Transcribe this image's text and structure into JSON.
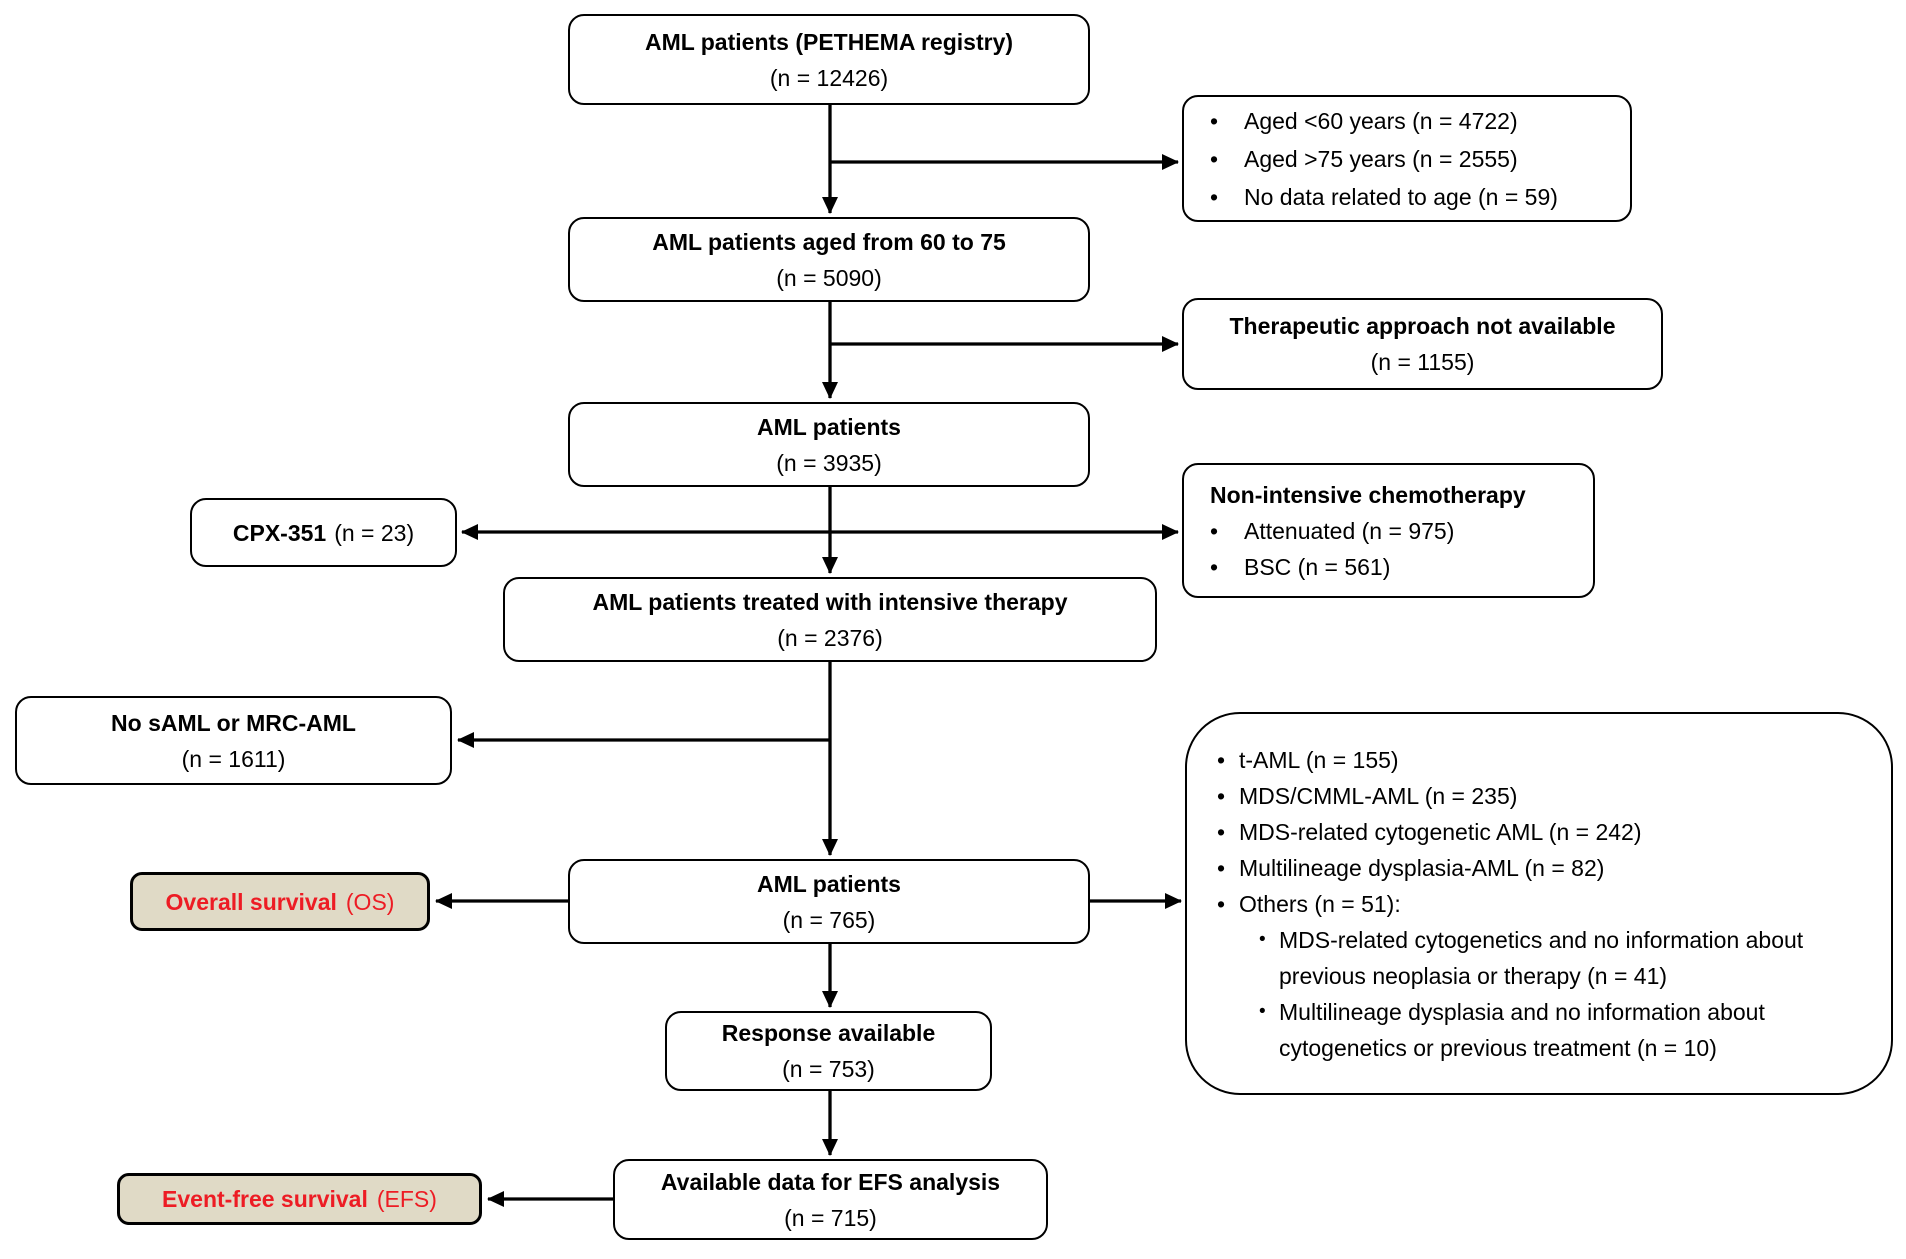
{
  "colors": {
    "line": "#000000",
    "highlight_fill": "#e0dac6",
    "highlight_text": "#ed1c24"
  },
  "flow": {
    "registry": {
      "title": "AML patients (PETHEMA registry)",
      "n": "(n = 12426)"
    },
    "age_exclusions": {
      "items": [
        "Aged <60 years (n = 4722)",
        "Aged >75 years (n = 2555)",
        "No data related to age (n = 59)"
      ]
    },
    "aged_60_75": {
      "title": "AML patients aged from 60 to 75",
      "n": "(n = 5090)"
    },
    "therapeutic": {
      "title": "Therapeutic approach not available",
      "n": "(n = 1155)"
    },
    "aml_3935": {
      "title": "AML patients",
      "n": "(n = 3935)"
    },
    "cpx": {
      "title": "CPX-351",
      "n": "(n = 23)"
    },
    "non_intensive": {
      "title": "Non-intensive chemotherapy",
      "items": [
        "Attenuated (n = 975)",
        "BSC (n = 561)"
      ]
    },
    "intensive": {
      "title": "AML patients treated with intensive therapy",
      "n": "(n = 2376)"
    },
    "no_saml": {
      "title": "No sAML or MRC-AML",
      "n": "(n = 1611)"
    },
    "saml_exclusions": {
      "items": [
        "t-AML (n = 155)",
        "MDS/CMML-AML (n = 235)",
        "MDS-related cytogenetic AML (n = 242)",
        "Multilineage dysplasia-AML (n = 82)",
        "Others (n = 51):"
      ],
      "sub_items": [
        "MDS-related cytogenetics and no information about previous neoplasia or therapy (n = 41)",
        "Multilineage dysplasia and no information about cytogenetics or previous treatment (n = 10)"
      ]
    },
    "aml_765": {
      "title": "AML patients",
      "n": "(n = 765)"
    },
    "os": {
      "label": "Overall survival",
      "suffix": "(OS)"
    },
    "response": {
      "title": "Response available",
      "n": "(n = 753)"
    },
    "efs": {
      "label": "Event-free survival",
      "suffix": "(EFS)"
    },
    "efs_data": {
      "title": "Available data for EFS analysis",
      "n": "(n = 715)"
    }
  }
}
